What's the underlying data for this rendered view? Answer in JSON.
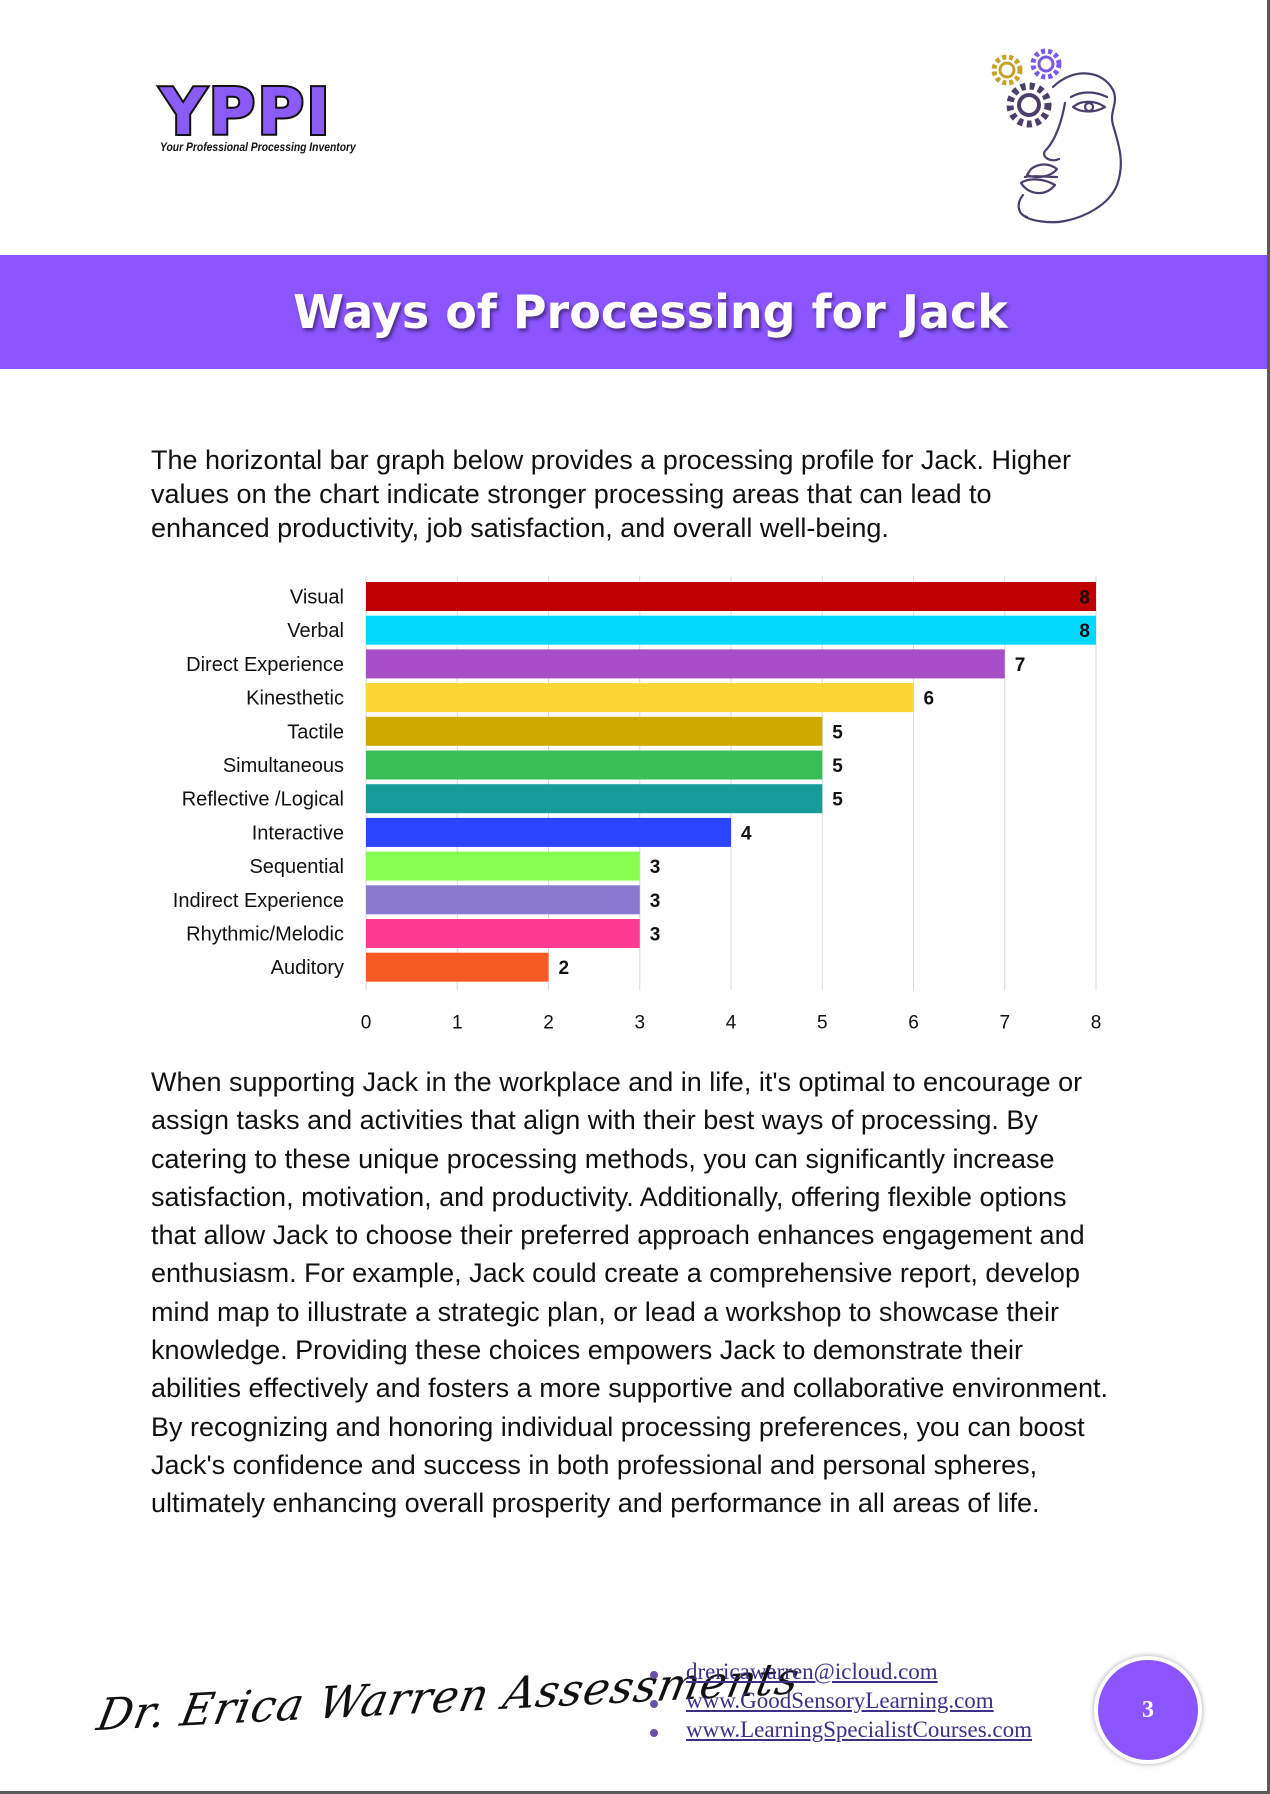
{
  "header": {
    "logo_text": "YPPI",
    "logo_tagline": "Your Professional Processing Inventory"
  },
  "banner": {
    "title": "Ways of Processing for Jack"
  },
  "intro": {
    "text": "The horizontal bar graph below provides a processing profile for Jack. Higher values on the chart indicate stronger processing areas that can lead to enhanced productivity, job satisfaction, and overall well-being."
  },
  "chart_data": {
    "type": "bar",
    "orientation": "horizontal",
    "categories": [
      "Visual",
      "Verbal",
      "Direct Experience",
      "Kinesthetic",
      "Tactile",
      "Simultaneous",
      "Reflective /Logical",
      "Interactive",
      "Sequential",
      "Indirect Experience",
      "Rhythmic/Melodic",
      "Auditory"
    ],
    "values": [
      8,
      8,
      7,
      6,
      5,
      5,
      5,
      4,
      3,
      3,
      3,
      2
    ],
    "colors": [
      "#c00000",
      "#00d8ff",
      "#a64fc8",
      "#fcd733",
      "#cfa800",
      "#3bbd55",
      "#169a9a",
      "#2a44ff",
      "#85ff52",
      "#8878cf",
      "#ff3b96",
      "#f55b22"
    ],
    "xlim": [
      0,
      8
    ],
    "xticks": [
      "0",
      "1",
      "2",
      "3",
      "4",
      "5",
      "6",
      "7",
      "8"
    ],
    "grid": true,
    "data_labels": true
  },
  "body": {
    "text": "When supporting Jack in the workplace and in life, it's optimal to encourage or assign tasks and activities that align with their best ways of processing. By catering to these unique processing methods, you can significantly increase satisfaction, motivation, and productivity. Additionally, offering flexible options that allow Jack to choose their preferred approach enhances engagement and enthusiasm. For example, Jack could create a comprehensive report, develop mind map to illustrate a strategic plan, or lead a workshop to showcase their knowledge. Providing these choices empowers Jack to demonstrate their abilities effectively and fosters a more supportive and collaborative environment. By recognizing and honoring individual processing preferences, you can boost Jack's confidence and success in both professional and personal spheres, ultimately enhancing overall prosperity and performance in all areas of life."
  },
  "footer": {
    "signature": "Dr. Erica Warren Assessments",
    "contacts": [
      "drericawarren@icloud.com",
      "www.GoodSensoryLearning.com",
      "www.LearningSpecialistCourses.com"
    ],
    "page_number": "3"
  },
  "colors": {
    "banner": "#8b55ff",
    "logo_fill": "#8a5cf6",
    "link": "#3c2f86"
  },
  "icons": {
    "header_art": "face-with-gears-icon"
  }
}
